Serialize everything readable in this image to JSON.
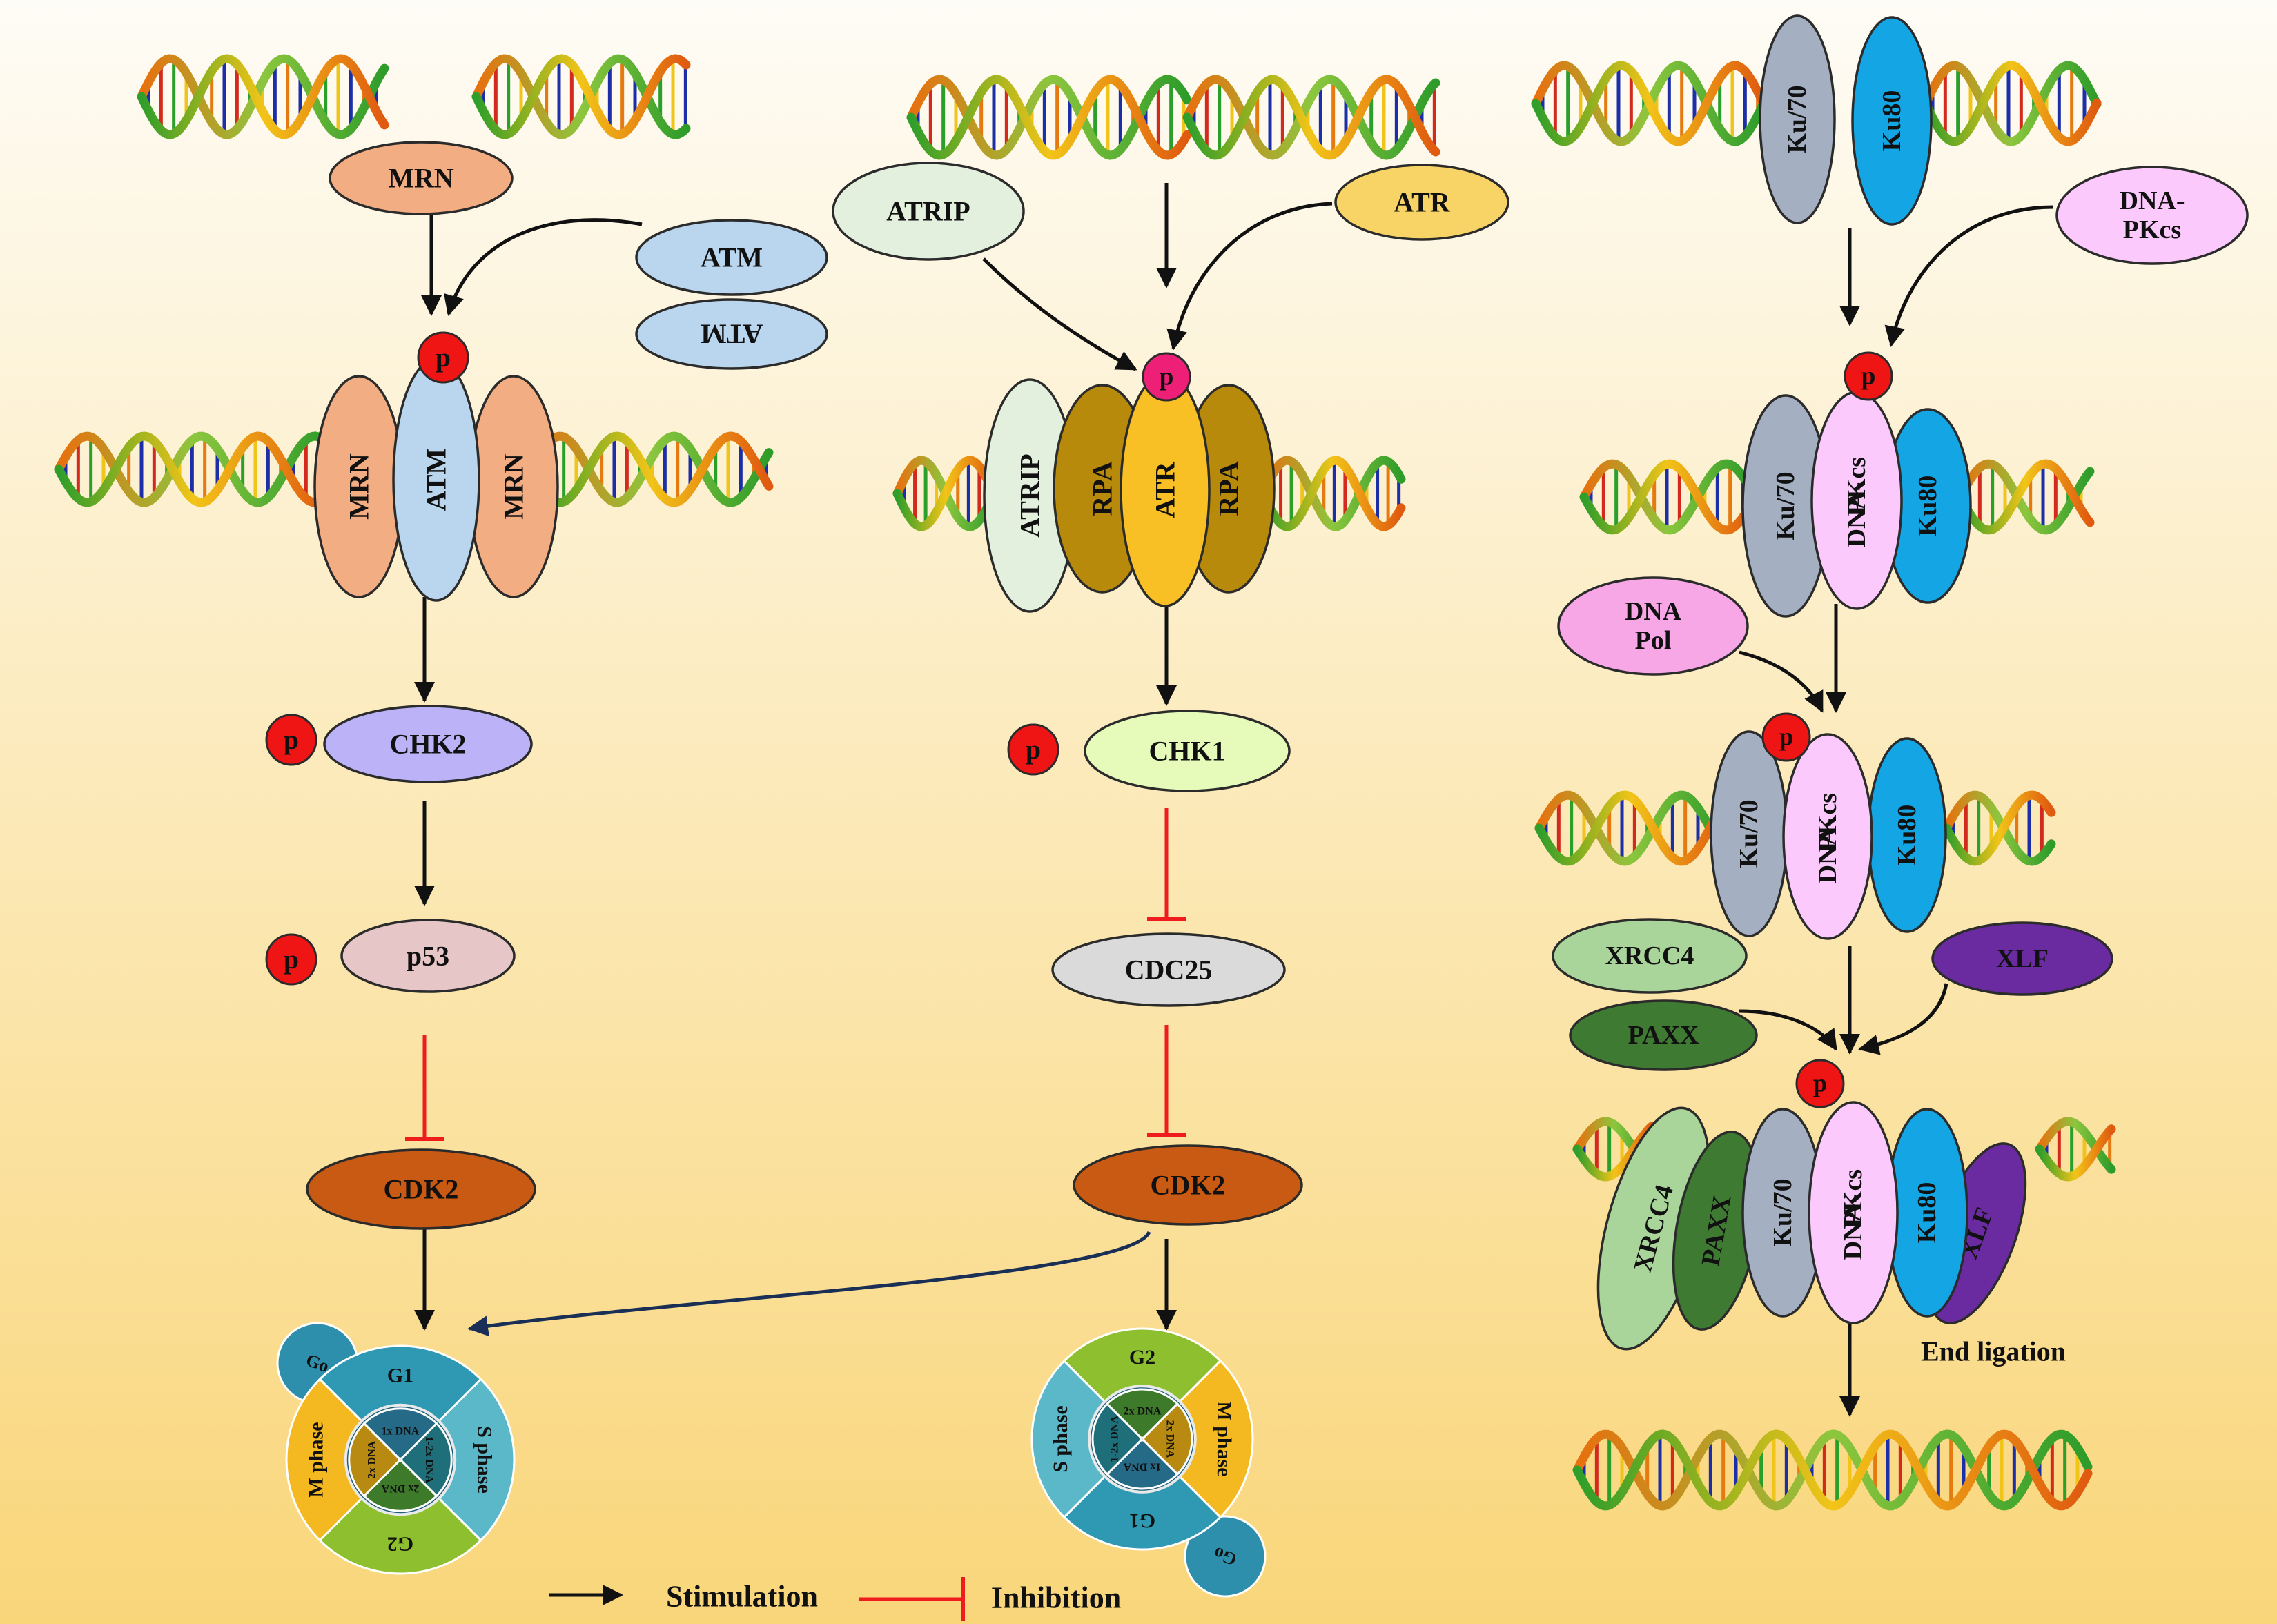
{
  "colors": {
    "bg_top": "#fefcf6",
    "bg_bottom": "#f9d67a",
    "mrn": "#f2ad83",
    "atm": "#b9d6ee",
    "chk2": "#bcb2f7",
    "p53": "#e6c6c6",
    "cdk2": "#c85a14",
    "atrip": "#e3f0dd",
    "atr": "#f8c024",
    "atr_free": "#f8d466",
    "rpa": "#b88a0c",
    "chk1": "#e6fbb9",
    "cdc25": "#dadada",
    "ku70": "#a4b0c2",
    "ku80": "#14a6e4",
    "dnapkcs": "#fbc9fb",
    "dnapol": "#f7a6e6",
    "xrcc4": "#a9d49a",
    "paxx": "#3f7a32",
    "xlf": "#6a2ba0",
    "phospho": "#ef1515",
    "phospho_atr": "#ee1f76",
    "stim_arrow": "#111111",
    "inhib_bar": "#ee1c1c",
    "long_arrow": "#1a2f55"
  },
  "atm_pathway": {
    "mrn_free": "MRN",
    "atm_free": "ATM",
    "atm_free_mirrored": "ATM",
    "complex": [
      "MRN",
      "ATM",
      "MRN"
    ],
    "p": "p",
    "chk2": "CHK2",
    "p53": "p53",
    "cdk2": "CDK2"
  },
  "atr_pathway": {
    "atrip_free": "ATRIP",
    "atr_free": "ATR",
    "complex": [
      "ATRIP",
      "RPA",
      "ATR",
      "RPA"
    ],
    "p": "p",
    "chk1": "CHK1",
    "cdc25": "CDC25",
    "cdk2": "CDK2"
  },
  "nhej_pathway": {
    "ku70": "Ku/70",
    "ku80": "Ku80",
    "dnapkcs_free": [
      "DNA-",
      "PKcs"
    ],
    "dnapkcs": [
      "DNA-",
      "PKcs"
    ],
    "dna_pol": [
      "DNA",
      "Pol"
    ],
    "xrcc4": "XRCC4",
    "xlf": "XLF",
    "paxx": "PAXX",
    "p": "p",
    "end_ligation": "End ligation"
  },
  "cell_cycle_left": {
    "go": "Go",
    "g1": "G1",
    "s": "S phase",
    "g2": "G2",
    "m": "M phase",
    "dna": [
      "1x DNA",
      "1-2x DNA",
      "2x DNA",
      "2x DNA"
    ]
  },
  "cell_cycle_right": {
    "go": "Go",
    "g1": "G1",
    "s": "S phase",
    "g2": "G2",
    "m": "M phase",
    "dna": [
      "1x DNA",
      "1-2x DNA",
      "2x DNA",
      "2x DNA"
    ]
  },
  "legend": {
    "stimulation": "Stimulation",
    "inhibition": "Inhibition"
  }
}
